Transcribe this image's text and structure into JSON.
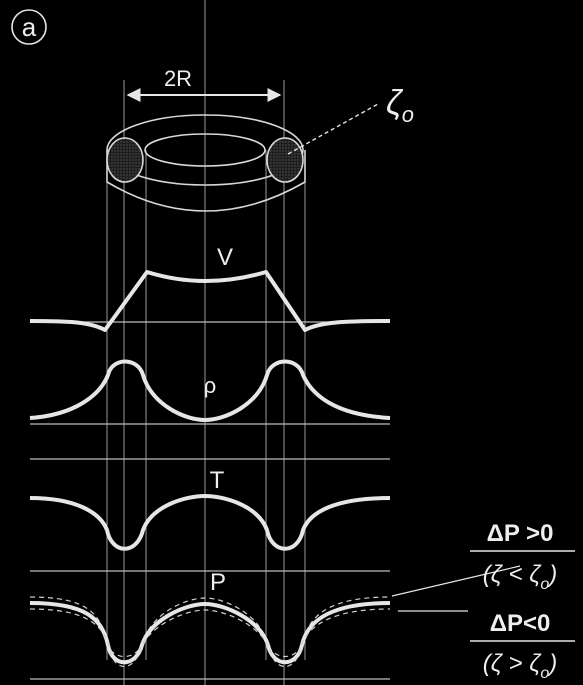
{
  "panel_label": "a",
  "dimension_label": "2R",
  "radius_label": "ζ",
  "radius_sub": "o",
  "curves": {
    "v": "V",
    "rho": "ρ",
    "t": "T",
    "p": "P"
  },
  "legend": {
    "pos_line1": "ΔP >0",
    "pos_line2": "(ζ < ζ",
    "pos_sub": "o",
    "pos_close": ")",
    "neg_line1": "ΔP<0",
    "neg_line2": "(ζ > ζ",
    "neg_sub": "o",
    "neg_close": ")"
  },
  "colors": {
    "background": "#000000",
    "foreground": "#e6e6e6"
  }
}
